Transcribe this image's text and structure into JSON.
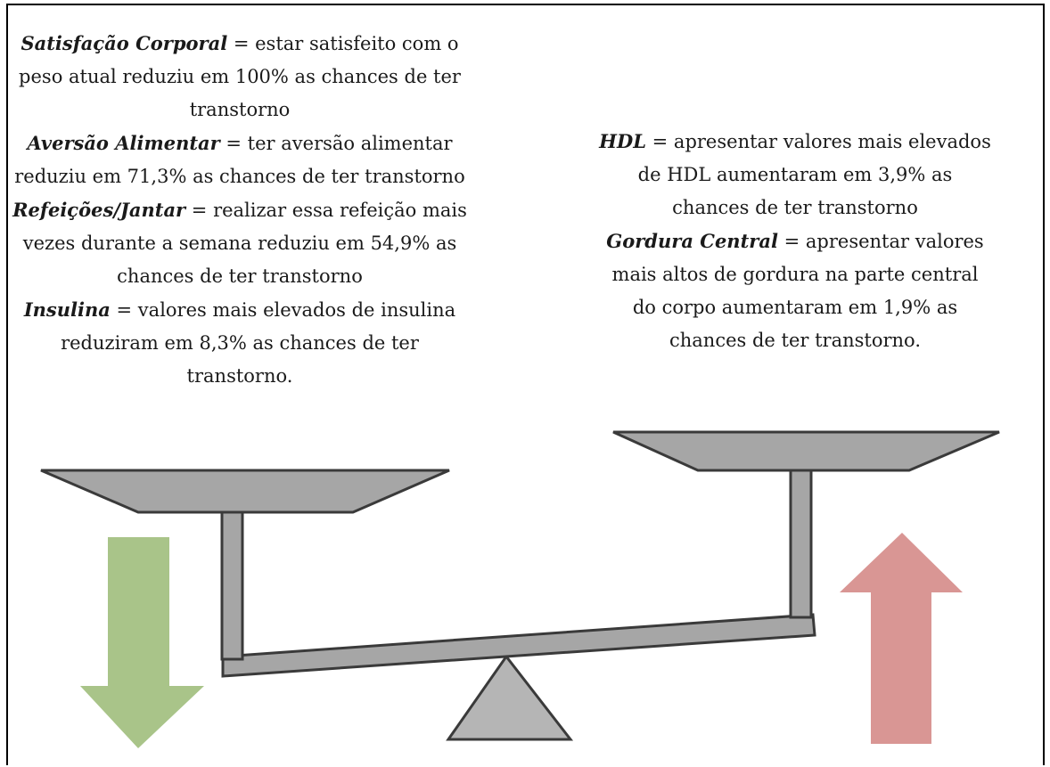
{
  "left_factors": [
    {
      "term": "Satisfação Corporal",
      "text": " = estar satisfeito com o peso atual reduziu em 100% as chances de ter transtorno"
    },
    {
      "term": "Aversão Alimentar",
      "text": " = ter aversão alimentar reduziu em 71,3% as chances de ter transtorno"
    },
    {
      "term": "Refeições/Jantar",
      "text": " = realizar essa refeição mais vezes durante a semana reduziu em 54,9% as chances de ter transtorno"
    },
    {
      "term": "Insulina",
      "text": " = valores mais elevados de insulina reduziram em 8,3% as chances de ter transtorno."
    }
  ],
  "right_factors": [
    {
      "term": "HDL",
      "text": " = apresentar valores mais elevados de HDL aumentaram em 3,9% as chances de ter transtorno"
    },
    {
      "term": "Gordura Central",
      "text": " = apresentar valores mais altos de gordura na parte central do corpo aumentaram em 1,9% as chances de ter transtorno."
    }
  ],
  "colors": {
    "down_arrow": "#a9c489",
    "up_arrow": "#d99694",
    "scale_fill": "#a6a6a6",
    "scale_stroke": "#3a3a3a"
  },
  "icons": {
    "left_arrow": "arrow-down-icon",
    "right_arrow": "arrow-up-icon",
    "fulcrum": "triangle-fulcrum-icon"
  }
}
